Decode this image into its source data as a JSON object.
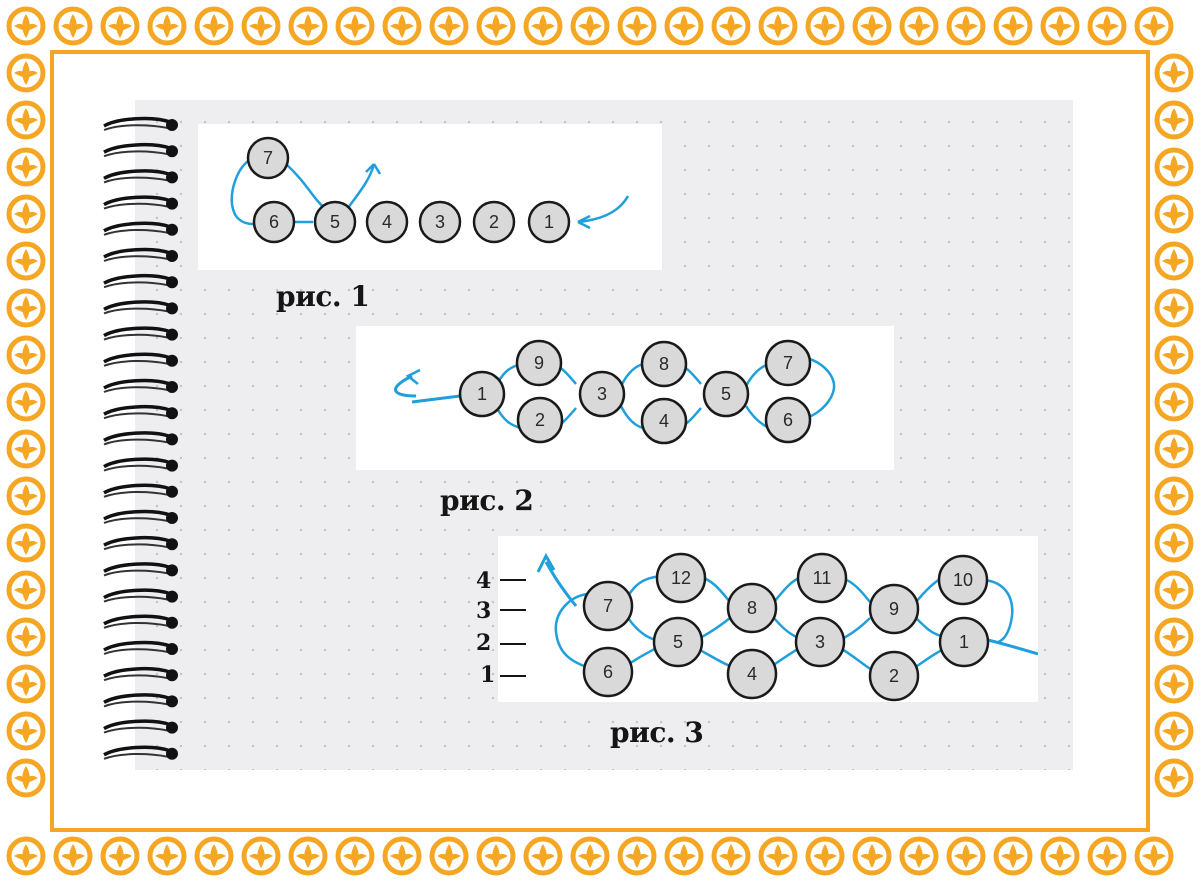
{
  "figures": [
    {
      "caption": "рис. 1",
      "beads": [
        "7",
        "6",
        "5",
        "4",
        "3",
        "2",
        "1"
      ]
    },
    {
      "caption": "рис. 2",
      "beads": [
        "1",
        "9",
        "2",
        "3",
        "8",
        "4",
        "5",
        "7",
        "6"
      ]
    },
    {
      "caption": "рис. 3",
      "row_labels": [
        "4",
        "3",
        "2",
        "1"
      ],
      "beads": [
        "12",
        "11",
        "10",
        "7",
        "8",
        "9",
        "5",
        "3",
        "1",
        "6",
        "4",
        "2"
      ]
    }
  ],
  "colors": {
    "frame": "#f5a623",
    "thread": "#1f9fdc",
    "bead_fill": "#d9d9d9",
    "bead_stroke": "#1a1a1a",
    "page": "#eeedf0"
  }
}
